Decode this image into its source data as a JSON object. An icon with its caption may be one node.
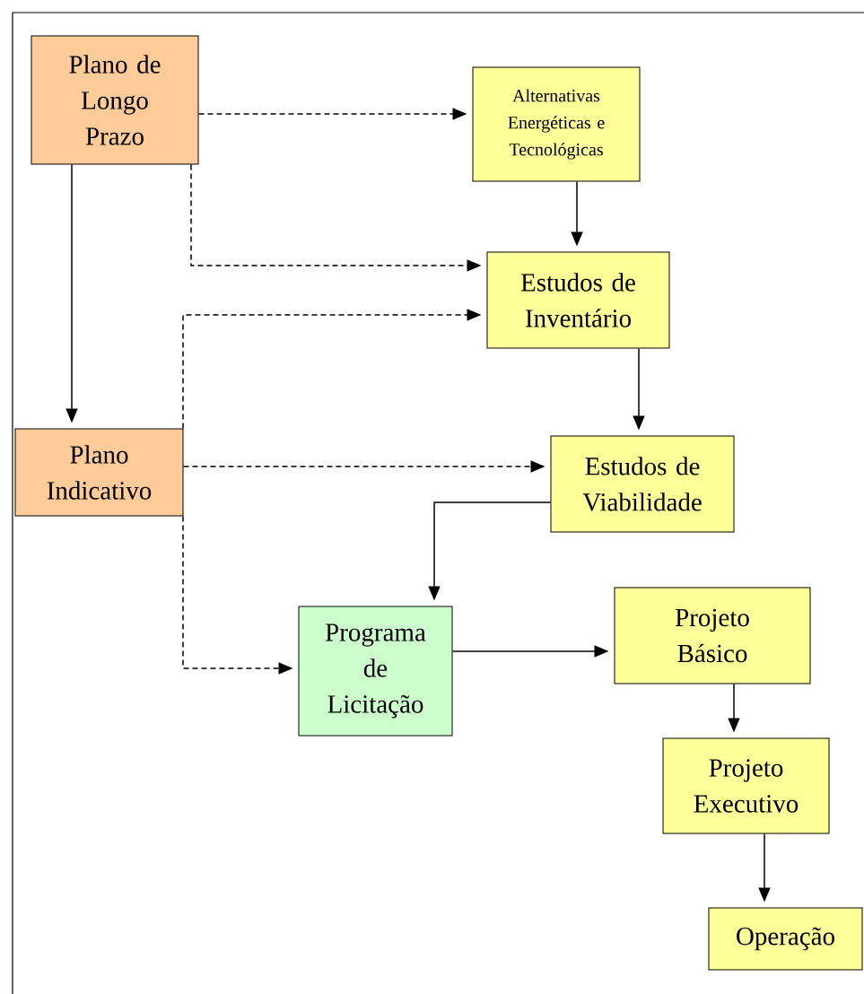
{
  "diagram": {
    "nodes": [
      {
        "text": [
          "Plano de Longo Prazo"
        ]
      },
      {
        "text": [
          "Alternativas Energéticas e Tecnológicas"
        ]
      },
      {
        "text": [
          "Estudos de Inventário"
        ]
      },
      {
        "text": [
          "Plano Indicativo"
        ]
      },
      {
        "text": [
          "Estudos de Viabilidade"
        ]
      },
      {
        "text": [
          "Programa de Licitação"
        ]
      },
      {
        "text": [
          "Projeto Básico"
        ]
      },
      {
        "text": [
          "Projeto Executivo"
        ]
      },
      {
        "text": [
          "Operação"
        ]
      }
    ],
    "edges": [
      {
        "from": 0,
        "to": 1,
        "arrow": "to",
        "style": "dashed"
      },
      {
        "from": 1,
        "to": 2,
        "arrow": "to"
      },
      {
        "from": 0,
        "to": 2,
        "arrow": "to",
        "style": "dashed"
      },
      {
        "from": 3,
        "to": 2,
        "arrow": "to",
        "style": "dashed"
      },
      {
        "from": 0,
        "to": 3,
        "arrow": "to"
      },
      {
        "from": 2,
        "to": 4,
        "arrow": "to"
      },
      {
        "from": 3,
        "to": 4,
        "arrow": "to",
        "style": "dashed"
      },
      {
        "from": 4,
        "to": 5,
        "arrow": "to"
      },
      {
        "from": 3,
        "to": 5,
        "arrow": "to",
        "style": "dashed"
      },
      {
        "from": 5,
        "to": 6,
        "arrow": "to"
      },
      {
        "from": 6,
        "to": 7,
        "arrow": "to"
      },
      {
        "from": 7,
        "to": 8,
        "arrow": "to"
      }
    ]
  }
}
